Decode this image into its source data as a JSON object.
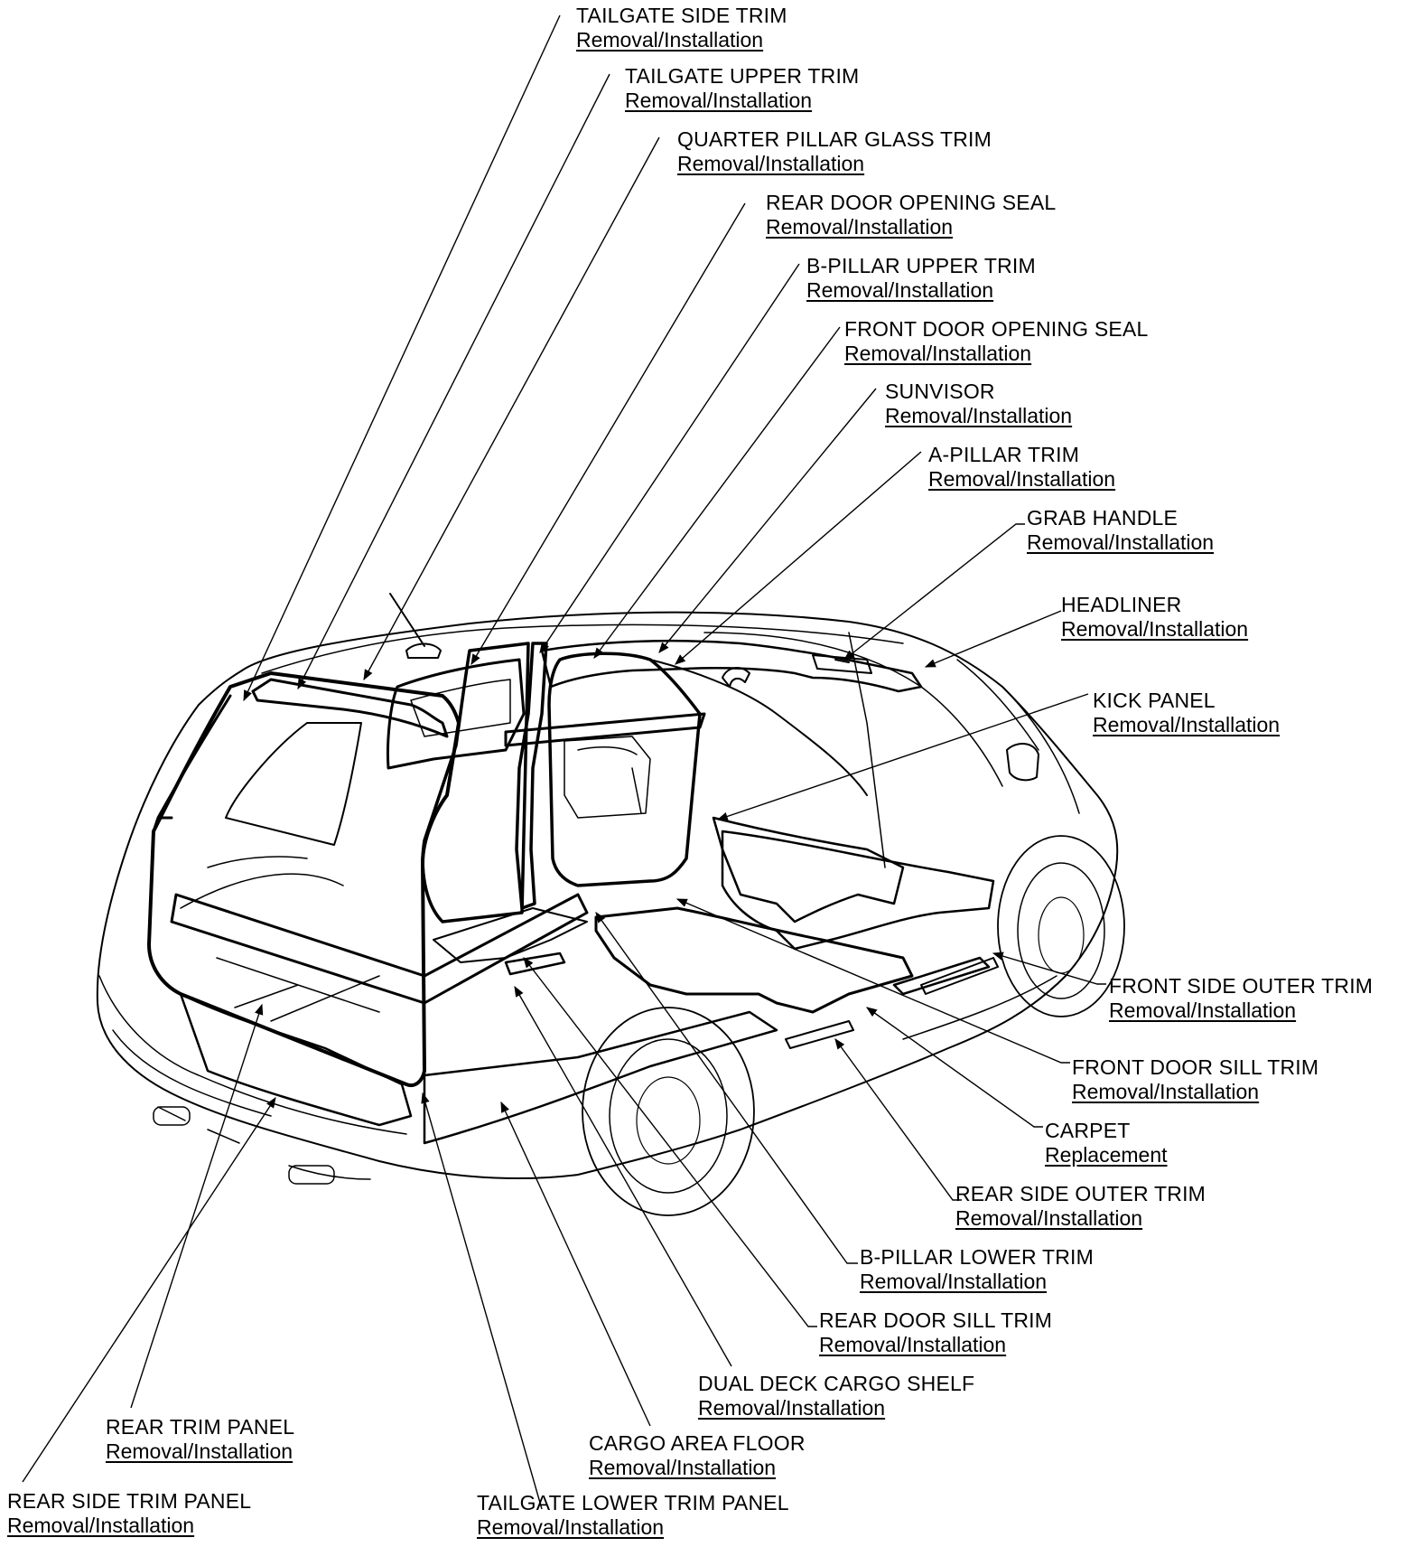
{
  "callouts": [
    {
      "id": "tailgate-side-trim",
      "title": "TAILGATE SIDE TRIM",
      "action": "Removal/Installation"
    },
    {
      "id": "tailgate-upper-trim",
      "title": "TAILGATE UPPER TRIM",
      "action": "Removal/Installation"
    },
    {
      "id": "quarter-pillar-glass-trim",
      "title": "QUARTER PILLAR GLASS TRIM",
      "action": "Removal/Installation"
    },
    {
      "id": "rear-door-opening-seal",
      "title": "REAR DOOR OPENING SEAL",
      "action": "Removal/Installation"
    },
    {
      "id": "b-pillar-upper-trim",
      "title": "B-PILLAR UPPER TRIM",
      "action": "Removal/Installation"
    },
    {
      "id": "front-door-opening-seal",
      "title": "FRONT DOOR OPENING SEAL",
      "action": "Removal/Installation"
    },
    {
      "id": "sunvisor",
      "title": "SUNVISOR",
      "action": "Removal/Installation"
    },
    {
      "id": "a-pillar-trim",
      "title": "A-PILLAR TRIM",
      "action": "Removal/Installation"
    },
    {
      "id": "grab-handle",
      "title": "GRAB HANDLE",
      "action": "Removal/Installation"
    },
    {
      "id": "headliner",
      "title": "HEADLINER",
      "action": "Removal/Installation"
    },
    {
      "id": "kick-panel",
      "title": "KICK PANEL",
      "action": "Removal/Installation"
    },
    {
      "id": "front-side-outer-trim",
      "title": "FRONT SIDE OUTER TRIM",
      "action": "Removal/Installation"
    },
    {
      "id": "front-door-sill-trim",
      "title": "FRONT DOOR SILL TRIM",
      "action": "Removal/Installation"
    },
    {
      "id": "carpet",
      "title": "CARPET",
      "action": "Replacement"
    },
    {
      "id": "rear-side-outer-trim",
      "title": "REAR SIDE OUTER TRIM",
      "action": "Removal/Installation"
    },
    {
      "id": "b-pillar-lower-trim",
      "title": "B-PILLAR LOWER TRIM",
      "action": "Removal/Installation"
    },
    {
      "id": "rear-door-sill-trim",
      "title": "REAR DOOR SILL TRIM",
      "action": "Removal/Installation"
    },
    {
      "id": "dual-deck-cargo-shelf",
      "title": "DUAL DECK CARGO SHELF",
      "action": "Removal/Installation"
    },
    {
      "id": "cargo-area-floor",
      "title": "CARGO AREA FLOOR",
      "action": "Removal/Installation"
    },
    {
      "id": "rear-trim-panel",
      "title": "REAR TRIM PANEL",
      "action": "Removal/Installation"
    },
    {
      "id": "rear-side-trim-panel",
      "title": "REAR SIDE TRIM PANEL",
      "action": "Removal/Installation"
    },
    {
      "id": "tailgate-lower-trim-panel",
      "title": "TAILGATE LOWER TRIM PANEL",
      "action": "Removal/Installation"
    }
  ]
}
